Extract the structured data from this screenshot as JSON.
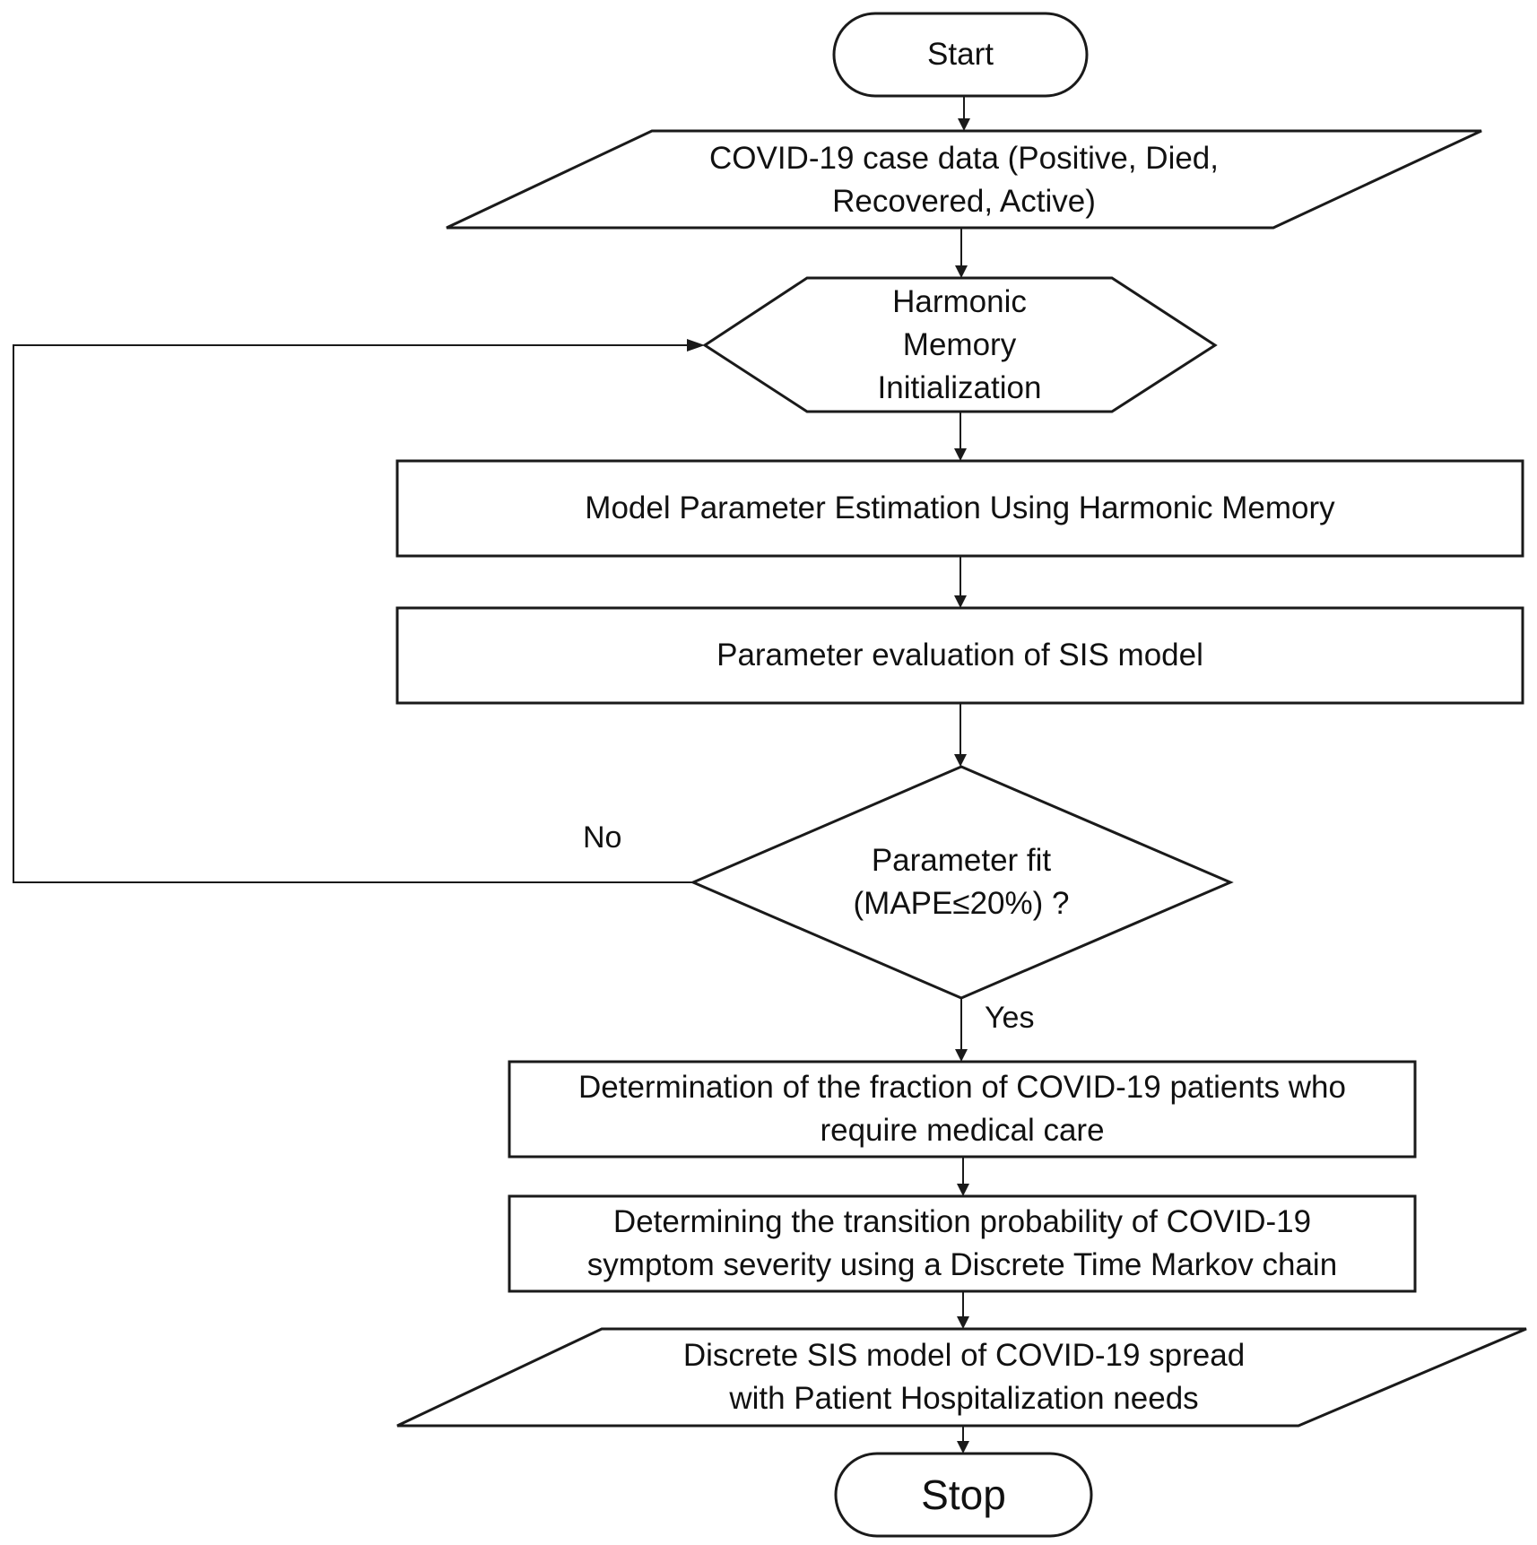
{
  "nodes": {
    "start": {
      "label": "Start"
    },
    "input_data": {
      "lines": [
        "COVID-19 case data (Positive, Died,",
        "Recovered, Active)"
      ]
    },
    "hm_init": {
      "lines": [
        "Harmonic",
        "Memory",
        "Initialization"
      ]
    },
    "param_estimation": {
      "label": "Model Parameter Estimation Using Harmonic Memory"
    },
    "param_evaluation": {
      "label": "Parameter evaluation of SIS model"
    },
    "decision": {
      "lines": [
        "Parameter fit",
        "(MAPE≤20%) ?"
      ]
    },
    "fraction": {
      "lines": [
        "Determination of the fraction of COVID-19 patients who",
        "require medical care"
      ]
    },
    "transition": {
      "lines": [
        "Determining the transition probability of COVID-19",
        "symptom severity using a Discrete Time Markov chain"
      ]
    },
    "output_model": {
      "lines": [
        "Discrete SIS model of COVID-19 spread",
        "with Patient Hospitalization needs"
      ]
    },
    "stop": {
      "label": "Stop"
    }
  },
  "edges": {
    "no_label": "No",
    "yes_label": "Yes"
  }
}
